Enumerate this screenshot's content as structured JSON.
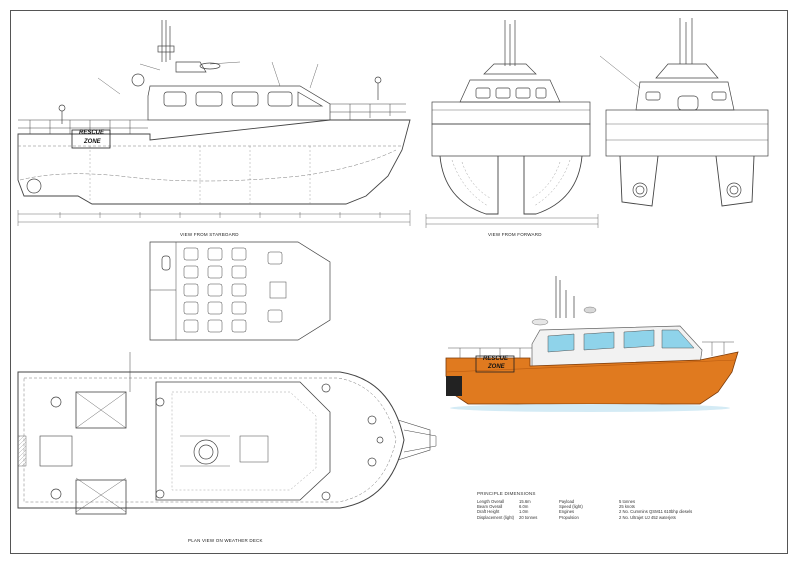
{
  "captions": {
    "starboard": "VIEW FROM STARBOARD",
    "forward": "VIEW FROM FORWARD",
    "plan": "PLAN VIEW ON WEATHER DECK"
  },
  "hull_marking": {
    "line1": "RESCUE",
    "line2": "ZONE"
  },
  "specs": {
    "title": "PRINCIPLE DIMENSIONS",
    "rows": [
      {
        "k1": "Length Overall",
        "v1": "15.6m",
        "k2": "Payload",
        "v2": "5 tonnes"
      },
      {
        "k1": "Beam Overall",
        "v1": "6.0m",
        "k2": "Speed (light)",
        "v2": "25 knots"
      },
      {
        "k1": "Draft Height",
        "v1": "1.0m",
        "k2": "Engines",
        "v2": "2 No. Cummins QSM11 610bhp diesels"
      },
      {
        "k1": "Displacement (light)",
        "v1": "20 tonnes",
        "k2": "Propulsion",
        "v2": "2 No. Ultrajet UJ 452 waterjets"
      }
    ]
  },
  "colors": {
    "hull_orange": "#e07a1f",
    "line": "#444444",
    "cyan": "#8fd3ea",
    "dashed": "#7a7a7a"
  }
}
